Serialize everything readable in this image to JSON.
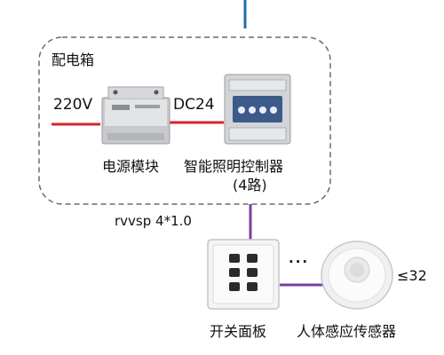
{
  "panel": {
    "title": "配电箱"
  },
  "labels": {
    "voltage_in": "220V",
    "voltage_out": "DC24",
    "power_module": "电源模块",
    "controller_line1": "智能照明控制器",
    "controller_line2": "(4路)",
    "cable": "rvvsp 4*1.0",
    "switch_panel": "开关面板",
    "ellipsis": "...",
    "sensor": "人体感应传感器",
    "sensor_count": "≤32"
  },
  "colors": {
    "power_line": "#d9232a",
    "bus_line": "#7b3fa0",
    "top_line": "#1f6fb0",
    "dashed_border": "#6b6b6b"
  },
  "icons": [
    "power-module-icon",
    "lighting-controller-icon",
    "switch-panel-icon",
    "motion-sensor-icon"
  ]
}
